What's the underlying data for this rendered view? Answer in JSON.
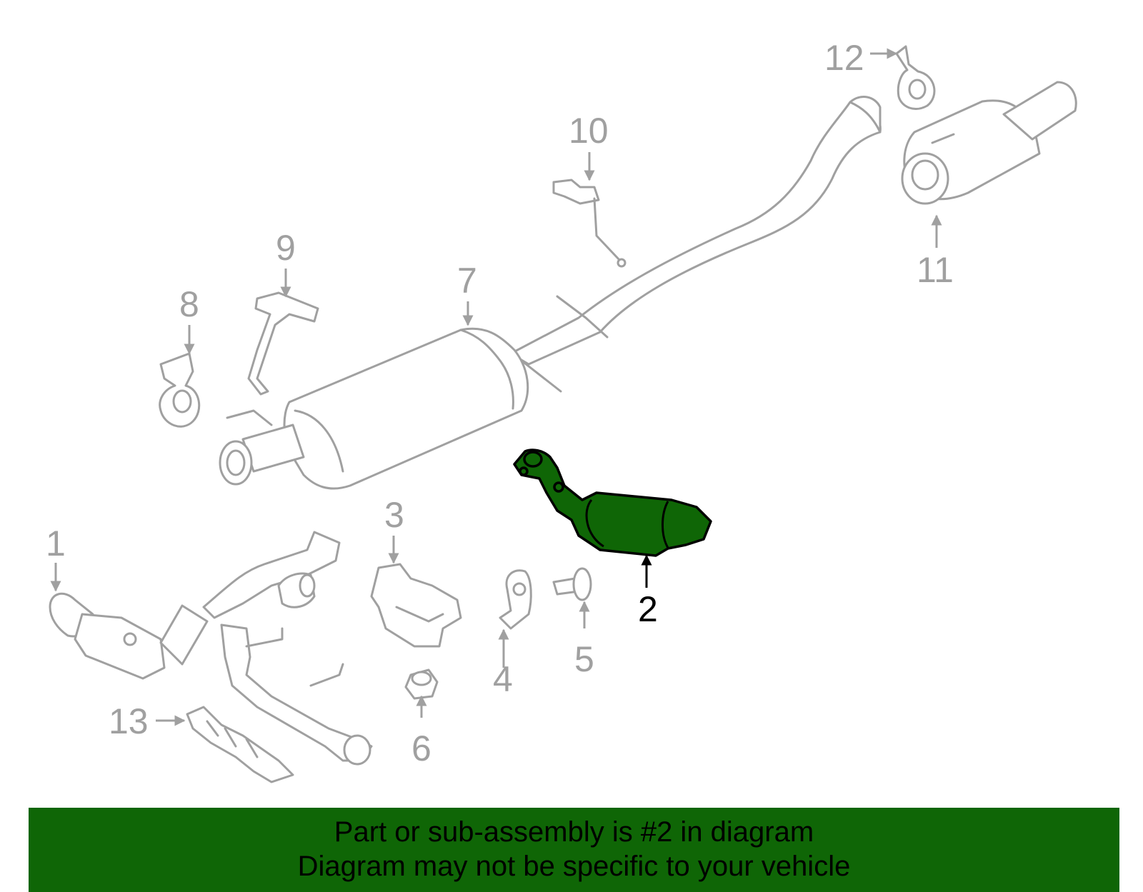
{
  "callouts": {
    "c1": "1",
    "c2": "2",
    "c3": "3",
    "c4": "4",
    "c5": "5",
    "c6": "6",
    "c7": "7",
    "c8": "8",
    "c9": "9",
    "c10": "10",
    "c11": "11",
    "c12": "12",
    "c13": "13"
  },
  "highlighted_part": "2",
  "colors": {
    "highlight": "#0f6606",
    "parts": "#a0a0a0",
    "background": "#ffffff"
  },
  "banner": {
    "line1": "Part or sub-assembly is #2 in diagram",
    "line2": "Diagram may not be specific to your vehicle"
  }
}
